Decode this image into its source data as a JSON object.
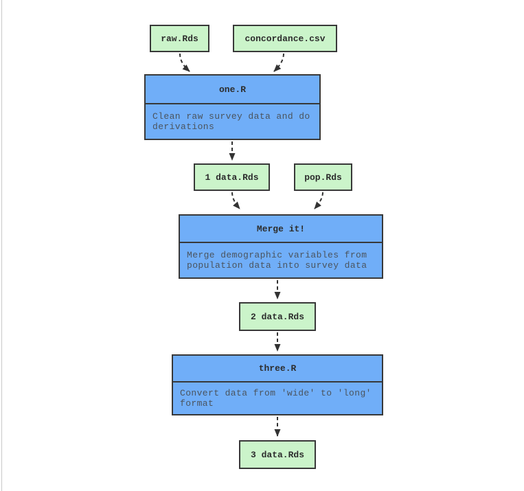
{
  "diagram": {
    "type": "flowchart",
    "description": "R data pipeline dependency graph",
    "colors": {
      "background": "#ffffff",
      "data_node_fill": "#cbf4ca",
      "script_node_fill": "#70aef8",
      "node_border": "#383838",
      "title_text": "#2d2d2d",
      "description_text": "#4b545e",
      "arrow": "#333333",
      "left_edge_line": "#c9c9c9"
    },
    "data_nodes": [
      {
        "id": "raw",
        "label": "raw.Rds"
      },
      {
        "id": "concordance",
        "label": "concordance.csv"
      },
      {
        "id": "data1",
        "label": "1 data.Rds"
      },
      {
        "id": "pop",
        "label": "pop.Rds"
      },
      {
        "id": "data2",
        "label": "2 data.Rds"
      },
      {
        "id": "data3",
        "label": "3 data.Rds"
      }
    ],
    "script_nodes": [
      {
        "id": "one",
        "title": "one.R",
        "description": "Clean raw survey data and do derivations"
      },
      {
        "id": "merge",
        "title": "Merge it!",
        "description": "Merge demographic variables from population data into survey data"
      },
      {
        "id": "three",
        "title": "three.R",
        "description": "Convert data from 'wide' to 'long' format"
      }
    ],
    "edges": [
      {
        "from": "raw.Rds",
        "to": "one.R",
        "style": "dashed"
      },
      {
        "from": "concordance.csv",
        "to": "one.R",
        "style": "dashed"
      },
      {
        "from": "one.R",
        "to": "1 data.Rds",
        "style": "dashed"
      },
      {
        "from": "1 data.Rds",
        "to": "Merge it!",
        "style": "dashed"
      },
      {
        "from": "pop.Rds",
        "to": "Merge it!",
        "style": "dashed"
      },
      {
        "from": "Merge it!",
        "to": "2 data.Rds",
        "style": "dashed"
      },
      {
        "from": "2 data.Rds",
        "to": "three.R",
        "style": "dashed"
      },
      {
        "from": "three.R",
        "to": "3 data.Rds",
        "style": "dashed"
      }
    ]
  }
}
